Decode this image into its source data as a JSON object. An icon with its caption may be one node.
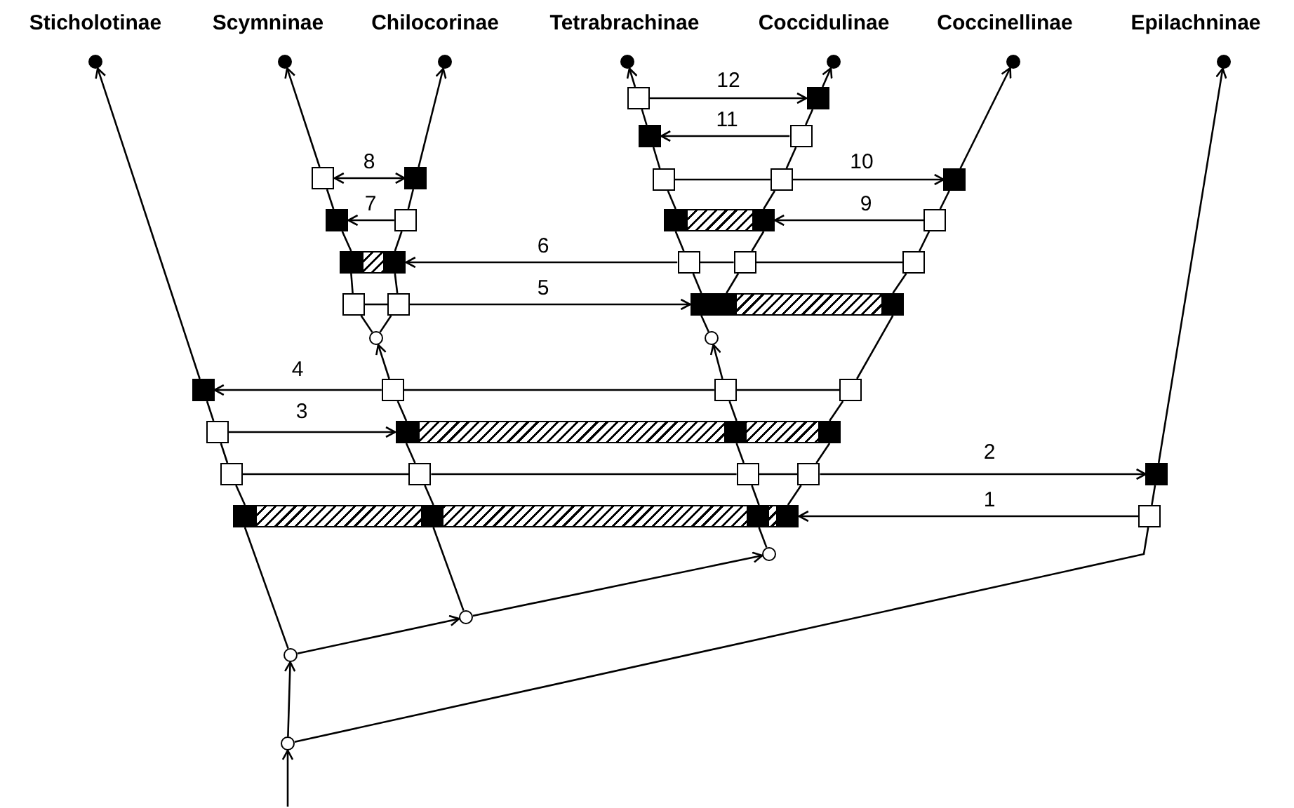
{
  "diagram": {
    "nodes": [
      {
        "text": [],
        "shape": "circle",
        "beside": [
          "Sticholotinae"
        ]
      },
      {
        "text": [],
        "shape": "circle",
        "beside": [
          "Scymninae"
        ]
      },
      {
        "text": [],
        "shape": "circle",
        "beside": [
          "Chilocorinae"
        ]
      },
      {
        "text": [],
        "shape": "circle",
        "beside": [
          "Tetrabrachinae"
        ]
      },
      {
        "text": [],
        "shape": "circle",
        "beside": [
          "Coccidulinae"
        ]
      },
      {
        "text": [],
        "shape": "circle",
        "beside": [
          "Coccinellinae"
        ]
      },
      {
        "text": [],
        "shape": "circle",
        "beside": [
          "Epilachninae"
        ]
      },
      {
        "text": [],
        "shape": "box"
      },
      {
        "text": [],
        "shape": "box"
      },
      {
        "text": [],
        "shape": "box"
      },
      {
        "text": [],
        "shape": "box"
      },
      {
        "text": [],
        "shape": "box"
      },
      {
        "text": [],
        "shape": "box"
      },
      {
        "text": [],
        "shape": "box"
      },
      {
        "text": [],
        "shape": "box"
      },
      {
        "text": [],
        "shape": "box"
      },
      {
        "text": [],
        "shape": "box"
      },
      {
        "text": [],
        "shape": "box"
      },
      {
        "text": [],
        "shape": "bar"
      },
      {
        "text": [],
        "shape": "box"
      },
      {
        "text": [],
        "shape": "bar"
      },
      {
        "text": [],
        "shape": "box"
      },
      {
        "text": [],
        "shape": "box"
      },
      {
        "text": [],
        "shape": "box"
      },
      {
        "text": [],
        "shape": "box"
      },
      {
        "text": [],
        "shape": "box"
      },
      {
        "text": [],
        "shape": "bar"
      },
      {
        "text": [],
        "shape": "box"
      },
      {
        "text": [],
        "shape": "box"
      },
      {
        "text": [],
        "shape": "box"
      },
      {
        "text": [],
        "shape": "box"
      },
      {
        "text": [],
        "shape": "box"
      },
      {
        "text": [],
        "shape": "bar"
      },
      {
        "text": [],
        "shape": "box"
      },
      {
        "text": [],
        "shape": "box"
      },
      {
        "text": [],
        "shape": "box"
      },
      {
        "text": [],
        "shape": "box"
      },
      {
        "text": [],
        "shape": "box"
      },
      {
        "text": [],
        "shape": "bar"
      },
      {
        "text": [],
        "shape": "box"
      },
      {
        "text": [],
        "shape": "circle"
      },
      {
        "text": [],
        "shape": "circle"
      },
      {
        "text": [],
        "shape": "circle"
      },
      {
        "text": [],
        "shape": "circle"
      },
      {
        "text": [],
        "shape": "circle"
      },
      {
        "text": [],
        "shape": "circle"
      }
    ],
    "edges": [
      {
        "from": null,
        "to": 45,
        "arrow": "to"
      },
      {
        "from": 45,
        "to": 44,
        "arrow": "to"
      },
      {
        "from": 45,
        "to": 39,
        "arrow": "none"
      },
      {
        "from": 39,
        "to": 37,
        "arrow": "none"
      },
      {
        "from": 37,
        "to": 6,
        "arrow": "to"
      },
      {
        "from": 44,
        "to": 43,
        "arrow": "to"
      },
      {
        "from": 43,
        "to": 42,
        "arrow": "to"
      },
      {
        "from": 44,
        "to": 38,
        "arrow": "none"
      },
      {
        "from": 38,
        "to": 33,
        "arrow": "none"
      },
      {
        "from": 33,
        "to": 31,
        "arrow": "none"
      },
      {
        "from": 31,
        "to": 27,
        "arrow": "none"
      },
      {
        "from": 27,
        "to": 0,
        "arrow": "to"
      },
      {
        "from": 43,
        "to": 38,
        "arrow": "none"
      },
      {
        "from": 38,
        "to": 34,
        "arrow": "none"
      },
      {
        "from": 34,
        "to": 32,
        "arrow": "none"
      },
      {
        "from": 32,
        "to": 28,
        "arrow": "none"
      },
      {
        "from": 28,
        "to": 40,
        "arrow": "to"
      },
      {
        "from": 40,
        "to": 24,
        "arrow": "none"
      },
      {
        "from": 24,
        "to": 20,
        "arrow": "none"
      },
      {
        "from": 20,
        "to": 16,
        "arrow": "none"
      },
      {
        "from": 16,
        "to": 11,
        "arrow": "none"
      },
      {
        "from": 11,
        "to": 1,
        "arrow": "to"
      },
      {
        "from": 40,
        "to": 25,
        "arrow": "none"
      },
      {
        "from": 25,
        "to": 20,
        "arrow": "none"
      },
      {
        "from": 20,
        "to": 17,
        "arrow": "none"
      },
      {
        "from": 17,
        "to": 12,
        "arrow": "none"
      },
      {
        "from": 12,
        "to": 2,
        "arrow": "to"
      },
      {
        "from": 42,
        "to": 38,
        "arrow": "none"
      },
      {
        "from": 38,
        "to": 35,
        "arrow": "none"
      },
      {
        "from": 35,
        "to": 32,
        "arrow": "none"
      },
      {
        "from": 32,
        "to": 29,
        "arrow": "none"
      },
      {
        "from": 29,
        "to": 41,
        "arrow": "to"
      },
      {
        "from": 41,
        "to": 26,
        "arrow": "none"
      },
      {
        "from": 26,
        "to": 21,
        "arrow": "none"
      },
      {
        "from": 21,
        "to": 18,
        "arrow": "none"
      },
      {
        "from": 18,
        "to": 13,
        "arrow": "none"
      },
      {
        "from": 13,
        "to": 9,
        "arrow": "none"
      },
      {
        "from": 9,
        "to": 7,
        "arrow": "none"
      },
      {
        "from": 7,
        "to": 3,
        "arrow": "to"
      },
      {
        "from": 26,
        "to": 22,
        "arrow": "none"
      },
      {
        "from": 22,
        "to": 18,
        "arrow": "none"
      },
      {
        "from": 18,
        "to": 14,
        "arrow": "none"
      },
      {
        "from": 14,
        "to": 10,
        "arrow": "none"
      },
      {
        "from": 10,
        "to": 8,
        "arrow": "none"
      },
      {
        "from": 8,
        "to": 4,
        "arrow": "to"
      },
      {
        "from": 38,
        "to": 36,
        "arrow": "none"
      },
      {
        "from": 36,
        "to": 32,
        "arrow": "none"
      },
      {
        "from": 32,
        "to": 30,
        "arrow": "none"
      },
      {
        "from": 30,
        "to": 26,
        "arrow": "none"
      },
      {
        "from": 26,
        "to": 23,
        "arrow": "none"
      },
      {
        "from": 23,
        "to": 19,
        "arrow": "none"
      },
      {
        "from": 19,
        "to": 15,
        "arrow": "none"
      },
      {
        "from": 15,
        "to": 5,
        "arrow": "to"
      },
      {
        "from": 7,
        "to": 8,
        "arrow": "to",
        "label": "12"
      },
      {
        "from": 10,
        "to": 9,
        "arrow": "to",
        "label": "11"
      },
      {
        "from": 11,
        "to": 12,
        "arrow": "both",
        "label": "8"
      },
      {
        "from": 13,
        "to": 14,
        "arrow": "none"
      },
      {
        "from": 14,
        "to": 15,
        "arrow": "to",
        "label": "10"
      },
      {
        "from": 17,
        "to": 16,
        "arrow": "to",
        "label": "7"
      },
      {
        "from": 19,
        "to": 18,
        "arrow": "to",
        "label": "9"
      },
      {
        "from": 23,
        "to": 22,
        "arrow": "none"
      },
      {
        "from": 22,
        "to": 21,
        "arrow": "none"
      },
      {
        "from": 21,
        "to": 20,
        "arrow": "to",
        "label": "6"
      },
      {
        "from": 24,
        "to": 25,
        "arrow": "none"
      },
      {
        "from": 25,
        "to": 26,
        "arrow": "to",
        "label": "5"
      },
      {
        "from": 30,
        "to": 29,
        "arrow": "none"
      },
      {
        "from": 29,
        "to": 28,
        "arrow": "none"
      },
      {
        "from": 28,
        "to": 27,
        "arrow": "to",
        "label": "4"
      },
      {
        "from": 31,
        "to": 32,
        "arrow": "to",
        "label": "3"
      },
      {
        "from": 33,
        "to": 34,
        "arrow": "none"
      },
      {
        "from": 34,
        "to": 35,
        "arrow": "none"
      },
      {
        "from": 35,
        "to": 36,
        "arrow": "none"
      },
      {
        "from": 36,
        "to": 37,
        "arrow": "to",
        "label": "2"
      },
      {
        "from": 39,
        "to": 38,
        "arrow": "to",
        "label": "1"
      }
    ]
  }
}
